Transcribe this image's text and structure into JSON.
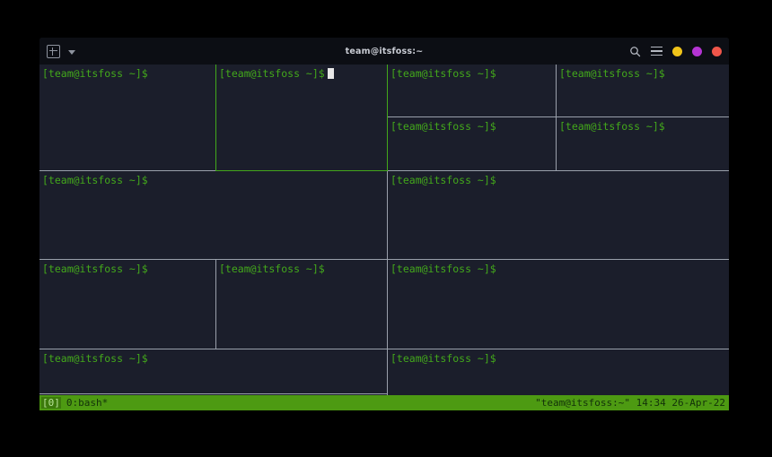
{
  "window": {
    "title": "team@itsfoss:~",
    "titlebar": {
      "new_tab_icon": "plus-box-icon",
      "tab_dropdown_icon": "chevron-down-icon",
      "search_icon": "search-icon",
      "menu_icon": "hamburger-menu-icon",
      "controls": [
        {
          "name": "minimize-button",
          "color": "#f0c419"
        },
        {
          "name": "maximize-button",
          "color": "#b534d4"
        },
        {
          "name": "close-button",
          "color": "#f0564a"
        }
      ]
    }
  },
  "terminal": {
    "prompt": "[team@itsfoss ~]$",
    "active_pane_index": 1,
    "colors": {
      "background": "#1b1e2b",
      "prompt_green": "#43a81b",
      "separator": "#9aa0ab",
      "active_separator": "#43a81b",
      "statusbar_bg": "#4d9a12",
      "cursor": "#e8e8e8"
    },
    "panes": [
      {
        "id": "pane-0",
        "prompt": "[team@itsfoss ~]$",
        "active": false
      },
      {
        "id": "pane-1",
        "prompt": "[team@itsfoss ~]$",
        "active": true
      },
      {
        "id": "pane-2",
        "prompt": "[team@itsfoss ~]$",
        "active": false
      },
      {
        "id": "pane-3",
        "prompt": "[team@itsfoss ~]$",
        "active": false
      },
      {
        "id": "pane-4",
        "prompt": "[team@itsfoss ~]$",
        "active": false
      },
      {
        "id": "pane-5",
        "prompt": "[team@itsfoss ~]$",
        "active": false
      },
      {
        "id": "pane-6",
        "prompt": "[team@itsfoss ~]$",
        "active": false
      },
      {
        "id": "pane-7",
        "prompt": "[team@itsfoss ~]$",
        "active": false
      },
      {
        "id": "pane-8",
        "prompt": "[team@itsfoss ~]$",
        "active": false
      },
      {
        "id": "pane-9",
        "prompt": "[team@itsfoss ~]$",
        "active": false
      },
      {
        "id": "pane-10",
        "prompt": "[team@itsfoss ~]$",
        "active": false
      },
      {
        "id": "pane-11",
        "prompt": "[team@itsfoss ~]$",
        "active": false
      },
      {
        "id": "pane-12",
        "prompt": "[team@itsfoss ~]$",
        "active": false
      },
      {
        "id": "pane-13",
        "prompt": "[team@itsfoss ~]$",
        "active": false
      }
    ]
  },
  "statusbar": {
    "session_id": "[0]",
    "window_list": "0:bash*",
    "left_full": "[0] 0:bash*",
    "right_full": "\"team@itsfoss:~\" 14:34 26-Apr-22",
    "hostname_label": "\"team@itsfoss:~\"",
    "time": "14:34",
    "date": "26-Apr-22"
  }
}
